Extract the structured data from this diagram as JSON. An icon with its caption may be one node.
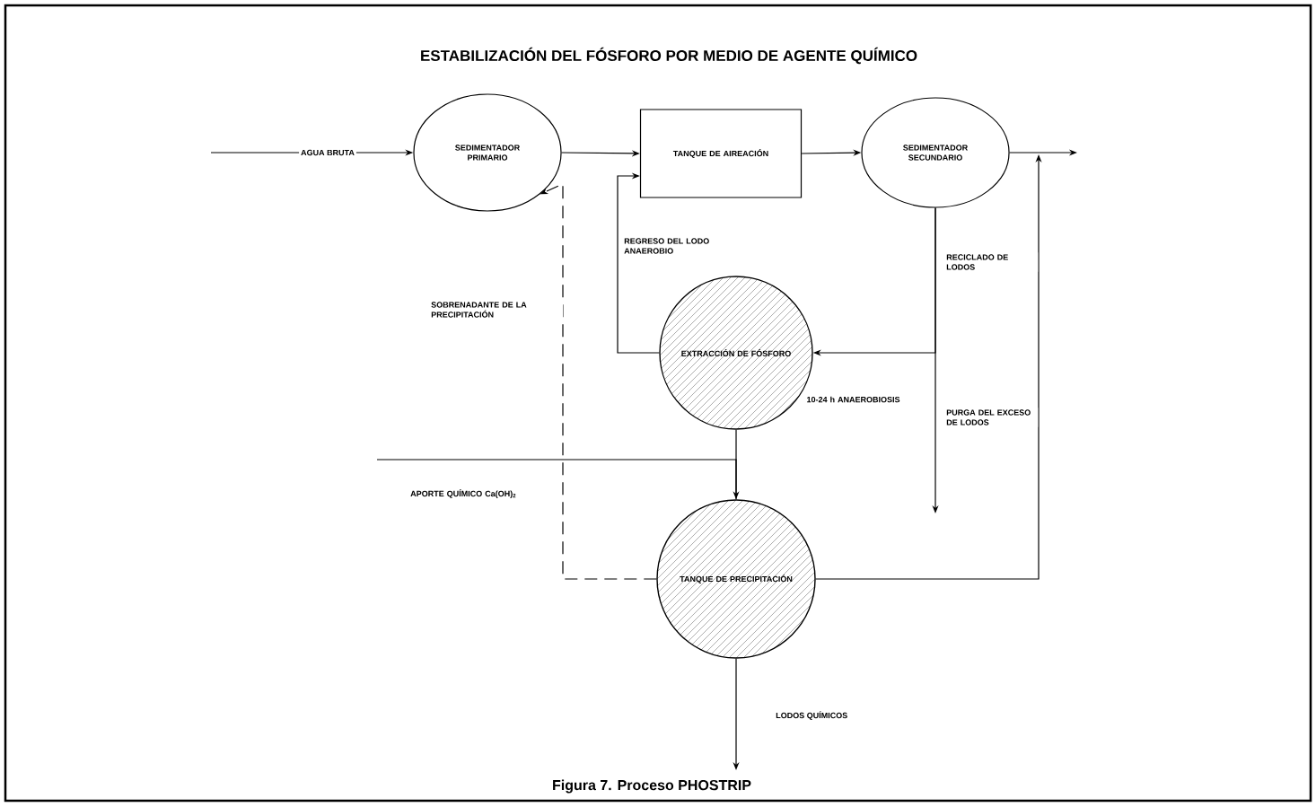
{
  "diagram": {
    "title": "ESTABILIZACIÓN DEL FÓSFORO POR MEDIO DE AGENTE QUÍMICO",
    "caption": "Figura 7. Proceso PHOSTRIP",
    "nodes": [
      {
        "text": [
          "SEDIMENTADOR PRIMARIO"
        ]
      },
      {
        "text": [
          "TANQUE DE AIREACIÓN"
        ]
      },
      {
        "text": [
          "SEDIMENTADOR SECUNDARIO"
        ]
      },
      {
        "text": [
          "EXTRACCIÓN DE FÓSFORO"
        ],
        "beside": [
          "10-24 h ANAEROBIOSIS"
        ]
      },
      {
        "text": [
          "TANQUE DE PRECIPITACIÓN"
        ]
      }
    ],
    "edges": [
      {
        "from": null,
        "to": 0,
        "arrow": "to",
        "label": "AGUA BRUTA"
      },
      {
        "from": 0,
        "to": 1,
        "arrow": "to"
      },
      {
        "from": 1,
        "to": 2,
        "arrow": "to"
      },
      {
        "from": 2,
        "to": null,
        "arrow": "to"
      },
      {
        "from": 2,
        "to": 3,
        "arrow": "to",
        "label": "RECICLADO DE LODOS"
      },
      {
        "from": 2,
        "to": null,
        "arrow": "to",
        "label": "PURGA DEL EXCESO DE LODOS"
      },
      {
        "from": 3,
        "to": 1,
        "arrow": "to",
        "label": "REGRESO DEL LODO ANAEROBIO"
      },
      {
        "from": 3,
        "to": 4,
        "arrow": "none"
      },
      {
        "from": null,
        "to": 4,
        "arrow": "to",
        "label": "APORTE QUÍMICO Ca(OH)$_{2}$"
      },
      {
        "from": 4,
        "to": null,
        "arrow": "to"
      },
      {
        "from": 4,
        "to": 0,
        "arrow": "to",
        "style": "dashed",
        "label": "SOBRENADANTE DE LA PRECIPITACIÓN"
      },
      {
        "from": 4,
        "to": null,
        "arrow": "to",
        "label": "LODOS QUÍMICOS"
      }
    ]
  }
}
